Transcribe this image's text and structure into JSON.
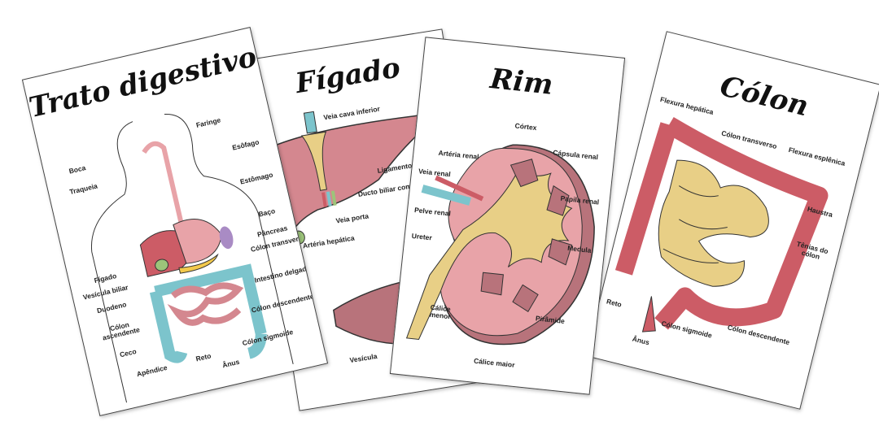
{
  "cards": {
    "digestive": {
      "title": "Trato digestivo",
      "labels": [
        "Faringe",
        "Boca",
        "Traqueia",
        "Esôfago",
        "Estômago",
        "Baço",
        "Fígado",
        "Pâncreas",
        "Vesícula biliar",
        "Cólon transverso",
        "Duodeno",
        "Intestino delgado",
        "Cólon ascendente",
        "Cólon descendente",
        "Ceco",
        "Apêndice",
        "Reto",
        "Ânus",
        "Cólon sigmoide"
      ]
    },
    "liver": {
      "title": "Fígado",
      "labels": [
        "Veia cava inferior",
        "Ligamento",
        "Ducto biliar comum",
        "Veia porta",
        "Artéria hepática",
        "Vesícula"
      ]
    },
    "kidney": {
      "title": "Rim",
      "labels": [
        "Córtex",
        "Cápsula renal",
        "Artéria renal",
        "Veia renal",
        "Papila renal",
        "Pelve renal",
        "Medula",
        "Ureter",
        "Pirâmide",
        "Cálice menor",
        "Cálice maior"
      ]
    },
    "colon": {
      "title": "Cólon",
      "labels": [
        "Flexura hepática",
        "Cólon transverso",
        "Flexura esplênica",
        "Haustra",
        "Tênias do cólon",
        "Reto",
        "Cólon descendente",
        "Cólon sigmoide",
        "Ânus"
      ]
    }
  },
  "colors": {
    "pink": "#e8a3a8",
    "liver": "#d4878f",
    "red": "#cc5c66",
    "teal": "#7cc4cc",
    "yellow": "#e8cf86",
    "green": "#9cc47a",
    "purple": "#a98bc4",
    "orange": "#f2c94c"
  }
}
